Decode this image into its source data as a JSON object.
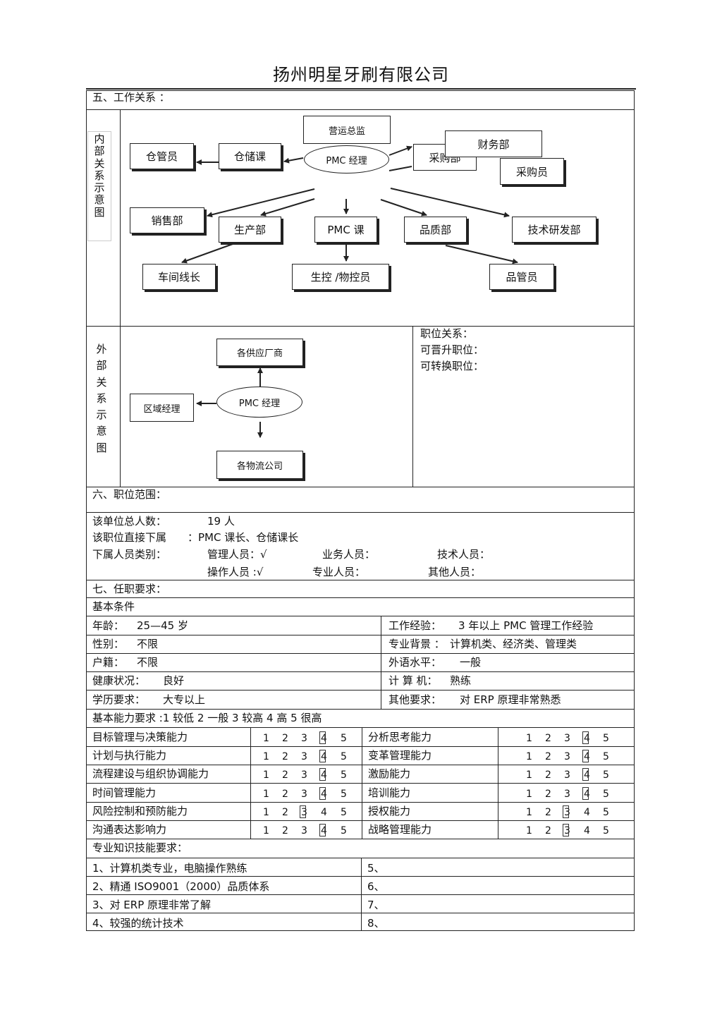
{
  "title": "扬州明星牙刷有限公司",
  "sec5": {
    "heading": "五、工作关系 ：",
    "internal_label": [
      "内",
      "部",
      "关",
      "系",
      "示",
      "意",
      "图"
    ],
    "external_label": [
      "外",
      "部",
      "关",
      "系",
      "示",
      "意",
      "图"
    ],
    "internal": {
      "yingyun": "营运总监",
      "pmc_mgr": "PMC 经理",
      "caiwu": "财务部",
      "caigou": "采购部",
      "caigouyuan": "采购员",
      "cangguan": "仓管员",
      "cangchu": "仓储课",
      "xiaoshou": "销售部",
      "shengchan": "生产部",
      "pmc_ke": "PMC 课",
      "pinzhi": "品质部",
      "jishu": "技术研发部",
      "chejian": "车间线长",
      "shengkong": "生控 /物控员",
      "pinguan": "品管员"
    },
    "external": {
      "gongying": "各供应厂商",
      "pmc_mgr": "PMC 经理",
      "quyu": "区域经理",
      "wuliu": "各物流公司"
    },
    "position": {
      "relation": "职位关系：",
      "promote": "可晋升职位：",
      "transfer": "可转换职位："
    }
  },
  "sec6": {
    "heading": "六、职位范围：",
    "total_label": "该单位总人数：",
    "total_value": "19  人",
    "direct_label": "该职位直接下属",
    "direct_value": "：PMC 课长、仓储课长",
    "category_label": "下属人员类别：",
    "mgmt": "管理人员：√",
    "business": "业务人员：",
    "tech": "技术人员：",
    "operation": "操作人员 :√",
    "professional": "专业人员：",
    "other": "其他人员："
  },
  "sec7": {
    "heading": "七、任职要求：",
    "basic": "基本条件",
    "rows": [
      {
        "l_label": "年龄：",
        "l_value": "25—45 岁",
        "r_label": "工作经验：",
        "r_value": "3 年以上  PMC  管理工作经验"
      },
      {
        "l_label": "性别：",
        "l_value": "不限",
        "r_label": "专业背景 ：",
        "r_value": "计算机类、经济类、管理类"
      },
      {
        "l_label": "户籍：",
        "l_value": "不限",
        "r_label": "外语水平：",
        "r_value": "一般"
      },
      {
        "l_label": "健康状况：",
        "l_value": "良好",
        "r_label": "计  算  机：",
        "r_value": "熟练"
      },
      {
        "l_label": "学历要求：",
        "l_value": "大专以上",
        "r_label": "其他要求：",
        "r_value": "对 ERP 原理非常熟悉"
      }
    ],
    "ability_header": "基本能力要求  :1 较低        2 一般        3 较高        4 高        5 很高",
    "scale": [
      "1",
      "2",
      "3",
      "4",
      "5"
    ],
    "abilities": [
      {
        "left": "目标管理与决策能力",
        "left_level": 4,
        "right": "分析思考能力",
        "right_level": 4
      },
      {
        "left": "计划与执行能力",
        "left_level": 4,
        "right": "变革管理能力",
        "right_level": 4
      },
      {
        "left": "流程建设与组织协调能力",
        "left_level": 4,
        "right": "激励能力",
        "right_level": 4
      },
      {
        "left": "时间管理能力",
        "left_level": 4,
        "right": "培训能力",
        "right_level": 4
      },
      {
        "left": "风险控制和预防能力",
        "left_level": 3,
        "right": "授权能力",
        "right_level": 3
      },
      {
        "left": "沟通表达影响力",
        "left_level": 4,
        "right": "战略管理能力",
        "right_level": 3
      }
    ],
    "skills_heading": "专业知识技能要求：",
    "skills_left": [
      "1、计算机类专业，电脑操作熟练",
      "2、精通  ISO9001（2000）品质体系",
      "3、对  ERP 原理非常了解",
      "4、较强的统计技术"
    ],
    "skills_right": [
      "5、",
      "6、",
      "7、",
      "8、"
    ]
  }
}
